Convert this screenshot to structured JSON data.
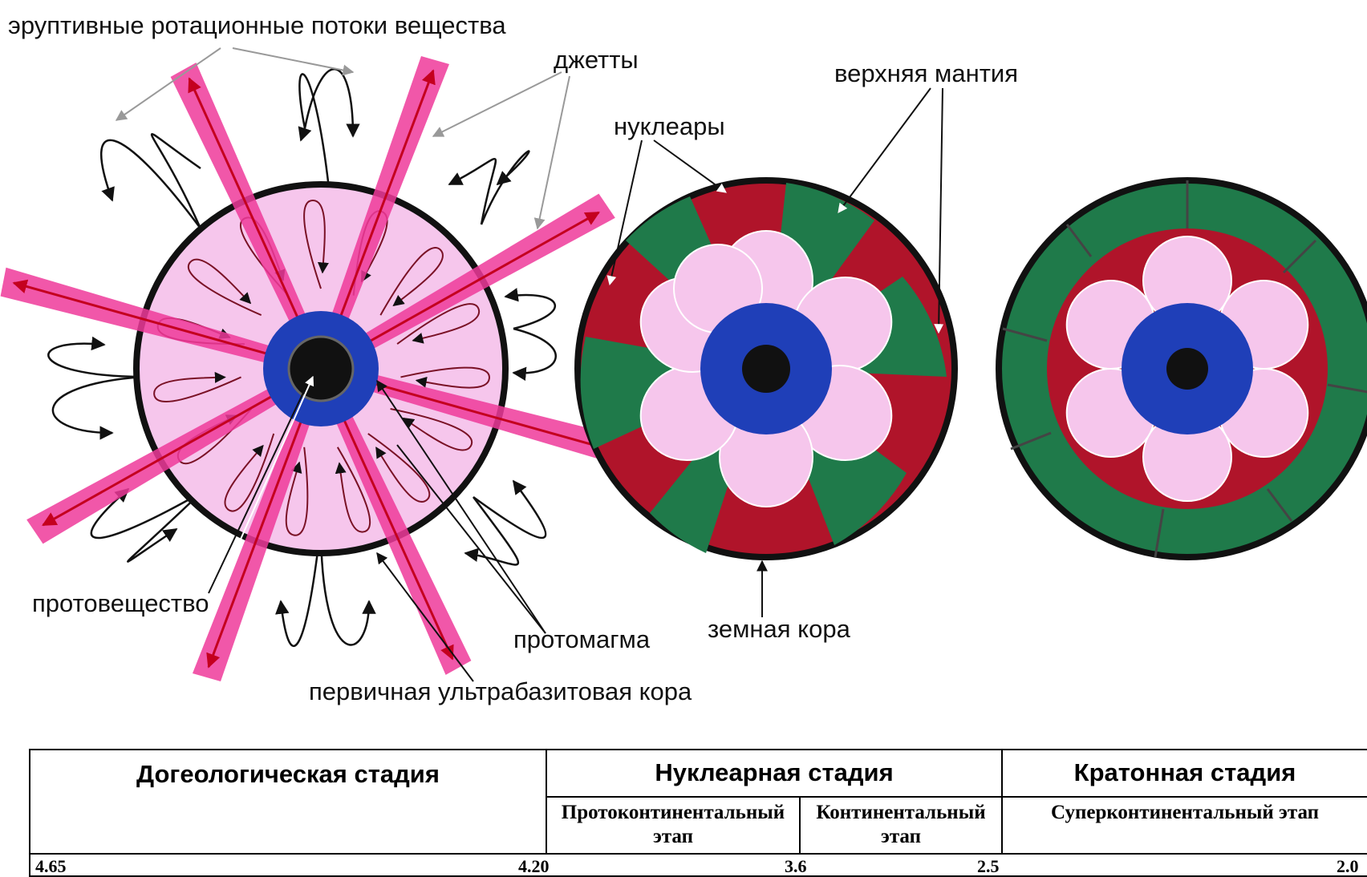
{
  "labels": {
    "eruptive": "эруптивные ротационные потоки вещества",
    "jets": "джетты",
    "nuclears": "нуклеары",
    "upper_mantle": "верхняя мантия",
    "protomatter": "протовещество",
    "protomagma": "протомагма",
    "crust": "земная кора",
    "primary_crust": "первичная ультрабазитовая кора"
  },
  "table": {
    "stage1": "Догеологическая стадия",
    "stage2": "Нуклеарная стадия",
    "stage3": "Кратонная стадия",
    "sub1": "Протоконтинентальный этап",
    "sub2": "Континентальный этап",
    "sub3": "Суперконтинентальный этап",
    "t1": "4.65",
    "t2": "4.20",
    "t3": "3.6",
    "t4": "2.5",
    "t5": "2.0"
  },
  "colors": {
    "pink_fill": "#f6c6ec",
    "core_blue": "#1f3fb8",
    "mantle_green": "#1f7a4a",
    "magma_red": "#b0142a",
    "jet_pink": "#ef3a9a"
  }
}
